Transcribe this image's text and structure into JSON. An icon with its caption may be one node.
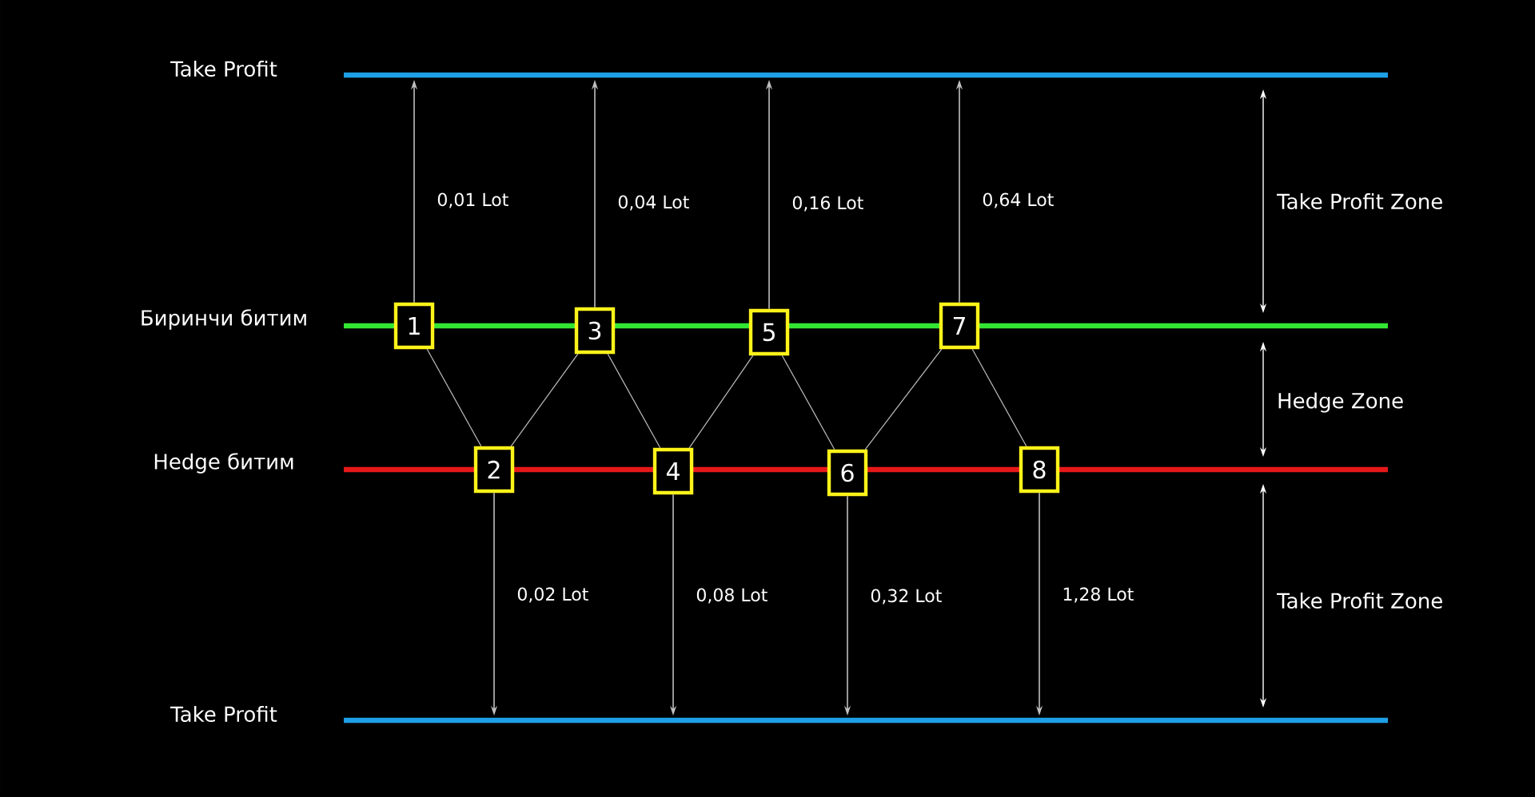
{
  "diagram": {
    "nodes": [
      {
        "text": [
          "Take Profit"
        ]
      },
      {
        "text": [
          "Биринчи битим"
        ]
      },
      {
        "text": [
          "Hedge битим"
        ]
      },
      {
        "text": [
          "Take Profit"
        ]
      },
      {
        "text": [
          "1"
        ]
      },
      {
        "text": [
          "2"
        ]
      },
      {
        "text": [
          "3"
        ]
      },
      {
        "text": [
          "4"
        ]
      },
      {
        "text": [
          "5"
        ]
      },
      {
        "text": [
          "6"
        ]
      },
      {
        "text": [
          "7"
        ]
      },
      {
        "text": [
          "8"
        ]
      }
    ],
    "edges": [
      {
        "from": 4,
        "to": 0,
        "arrow": "to",
        "label": "0,01 Lot"
      },
      {
        "from": 6,
        "to": 0,
        "arrow": "to",
        "label": "0,04 Lot"
      },
      {
        "from": 8,
        "to": 0,
        "arrow": "to",
        "label": "0,16 Lot"
      },
      {
        "from": 10,
        "to": 0,
        "arrow": "to",
        "label": "0,64 Lot"
      },
      {
        "from": 4,
        "to": 5,
        "arrow": "none"
      },
      {
        "from": 5,
        "to": 6,
        "arrow": "none"
      },
      {
        "from": 6,
        "to": 7,
        "arrow": "none"
      },
      {
        "from": 7,
        "to": 8,
        "arrow": "none"
      },
      {
        "from": 8,
        "to": 9,
        "arrow": "none"
      },
      {
        "from": 9,
        "to": 10,
        "arrow": "none"
      },
      {
        "from": 10,
        "to": 11,
        "arrow": "none"
      },
      {
        "from": 5,
        "to": 3,
        "arrow": "to",
        "label": "0,02 Lot"
      },
      {
        "from": 7,
        "to": 3,
        "arrow": "to",
        "label": "0,08 Lot"
      },
      {
        "from": 9,
        "to": 3,
        "arrow": "to",
        "label": "0,32 Lot"
      },
      {
        "from": 11,
        "to": 3,
        "arrow": "to",
        "label": "1,28 Lot"
      }
    ],
    "labels": [
      "Take Profit Zone",
      "Hedge Zone",
      "Take Profit Zone"
    ]
  }
}
